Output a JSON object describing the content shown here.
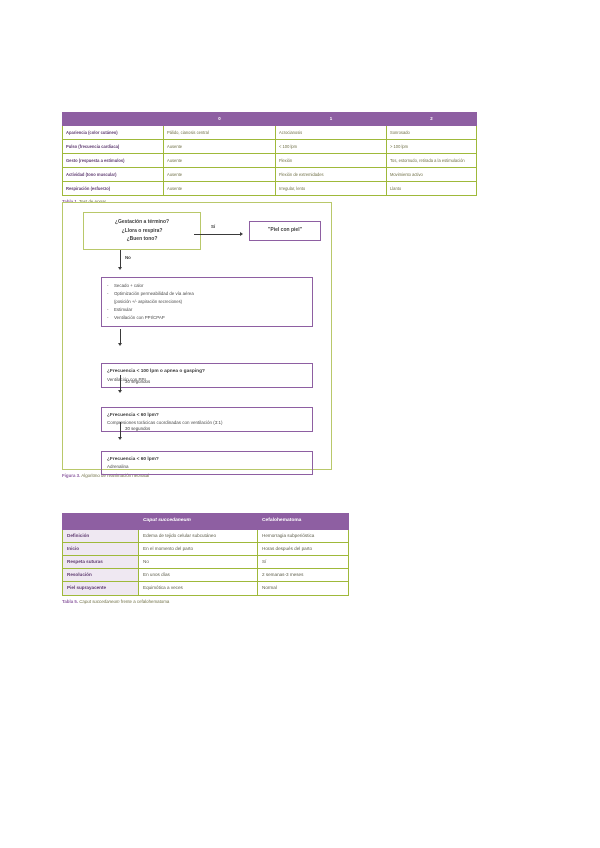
{
  "document": {
    "language": "es",
    "page_background": "#ffffff"
  },
  "theme": {
    "purple_header": "#8e5fa2",
    "green_border": "#9fb93a",
    "olive_border": "#b9c86a",
    "row_head_text": "#5e3a70",
    "body_text": "#4a4a4a"
  },
  "apgar_table": {
    "caption_label": "Tabla 1.",
    "caption_text": "Test de Apgar",
    "columns": [
      "",
      "0",
      "1",
      "2"
    ],
    "rows": [
      {
        "criterion": "Apariencia (color cutáneo)",
        "score0": "Pálido, cianosis central",
        "score1": "Acrocianosis",
        "score2": "Sonrosado"
      },
      {
        "criterion": "Pulso (frecuencia cardiaca)",
        "score0": "Ausente",
        "score1": "< 100 lpm",
        "score2": "> 100 lpm"
      },
      {
        "criterion": "Gesto (respuesta a estímulos)",
        "score0": "Ausente",
        "score1": "Flexión",
        "score2": "Tos, estornudo, retirada a la estimulación"
      },
      {
        "criterion": "Actividad (tono muscular)",
        "score0": "Ausente",
        "score1": "Flexión de extremidades",
        "score2": "Movimiento activo"
      },
      {
        "criterion": "Respiración (esfuerzo)",
        "score0": "Ausente",
        "score1": "Irregular, lento",
        "score2": "Llanto"
      }
    ]
  },
  "figure": {
    "caption_label": "Figura 3.",
    "caption_text": "Algoritmo de reanimación neonatal",
    "start_node": {
      "line1": "¿Gestación a término?",
      "line2": "¿Llora o respira?",
      "line3": "¿Buen tono?"
    },
    "yes_branch": {
      "edge_label": "Sí",
      "target_label": "\"Piel con piel\""
    },
    "no_branch": {
      "edge_label": "No"
    },
    "steps_node": {
      "items": [
        "Secado + calor",
        "Optimización permeabilidad de vía aérea",
        "(posición +/- aspiración secreciones)",
        "Estimular",
        "Ventilación con PPI/CPAP"
      ]
    },
    "nodes": [
      {
        "question": "¿Frecuencia < 100 lpm o apnea o gasping?",
        "action": "Ventilación con PPI",
        "next_edge_label": "30 segundos"
      },
      {
        "question": "¿Frecuencia < 60 lpm?",
        "action": "Compresiones torácicas coordinadas con ventilación (3:1)",
        "next_edge_label": "30 segundos"
      },
      {
        "question": "¿Frecuencia < 60 lpm?",
        "action": "Adrenalina",
        "next_edge_label": ""
      }
    ]
  },
  "caput_table": {
    "caption_label": "Tabla 5.",
    "caption_text_italic": "Caput succedaneum",
    "caption_text_rest": " frente a cefalohematoma",
    "columns": [
      "",
      "Caput succedaneum",
      "Cefalohematoma"
    ],
    "rows": [
      {
        "feature": "Definición",
        "caput": "Edema de tejido celular subcutáneo",
        "cefalo": "Hemorragia subperióstica"
      },
      {
        "feature": "Inicio",
        "caput": "En el momento del parto",
        "cefalo": "Horas después del parto"
      },
      {
        "feature": "Respeta suturas",
        "caput": "No",
        "cefalo": "Sí"
      },
      {
        "feature": "Resolución",
        "caput": "En unos días",
        "cefalo": "2 semanas-3 meses"
      },
      {
        "feature": "Piel suprayacente",
        "caput": "Equimótica a veces",
        "cefalo": "Normal"
      }
    ]
  }
}
